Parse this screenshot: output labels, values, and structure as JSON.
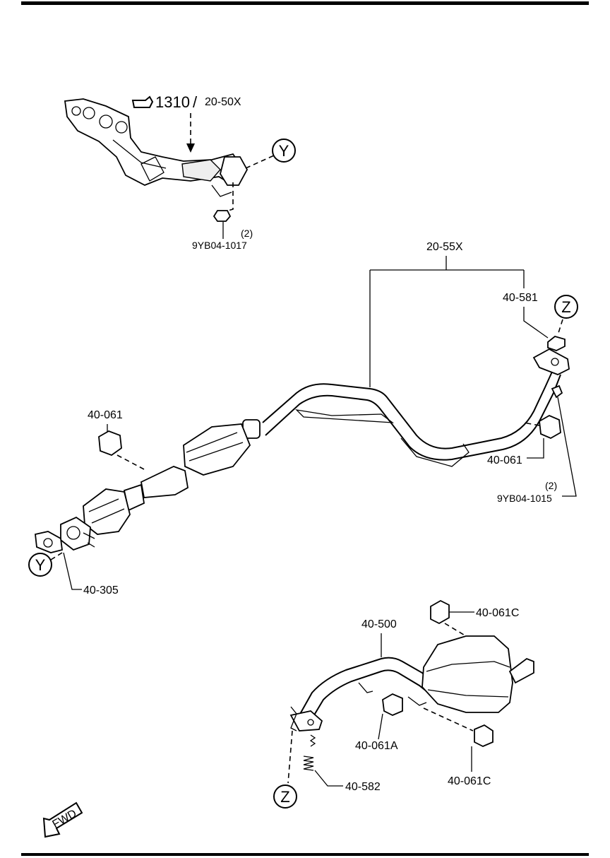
{
  "diagram": {
    "ref_1310": "1310",
    "ref_slash": "/",
    "part_20_50x": "20-50X",
    "bolt_9yb04_1017": "9YB04-1017",
    "qty_1017": "(2)",
    "circle_y_top": "Y",
    "part_20_55x": "20-55X",
    "part_40_581": "40-581",
    "circle_z_top": "Z",
    "part_40_061_left": "40-061",
    "part_40_061_right": "40-061",
    "qty_1015": "(2)",
    "bolt_9yb04_1015": "9YB04-1015",
    "circle_y_bottom": "Y",
    "part_40_305": "40-305",
    "part_40_500": "40-500",
    "part_40_061c_top": "40-061C",
    "part_40_061a": "40-061A",
    "part_40_061c_bottom": "40-061C",
    "part_40_582": "40-582",
    "circle_z_bottom": "Z",
    "fwd": "FWD"
  }
}
